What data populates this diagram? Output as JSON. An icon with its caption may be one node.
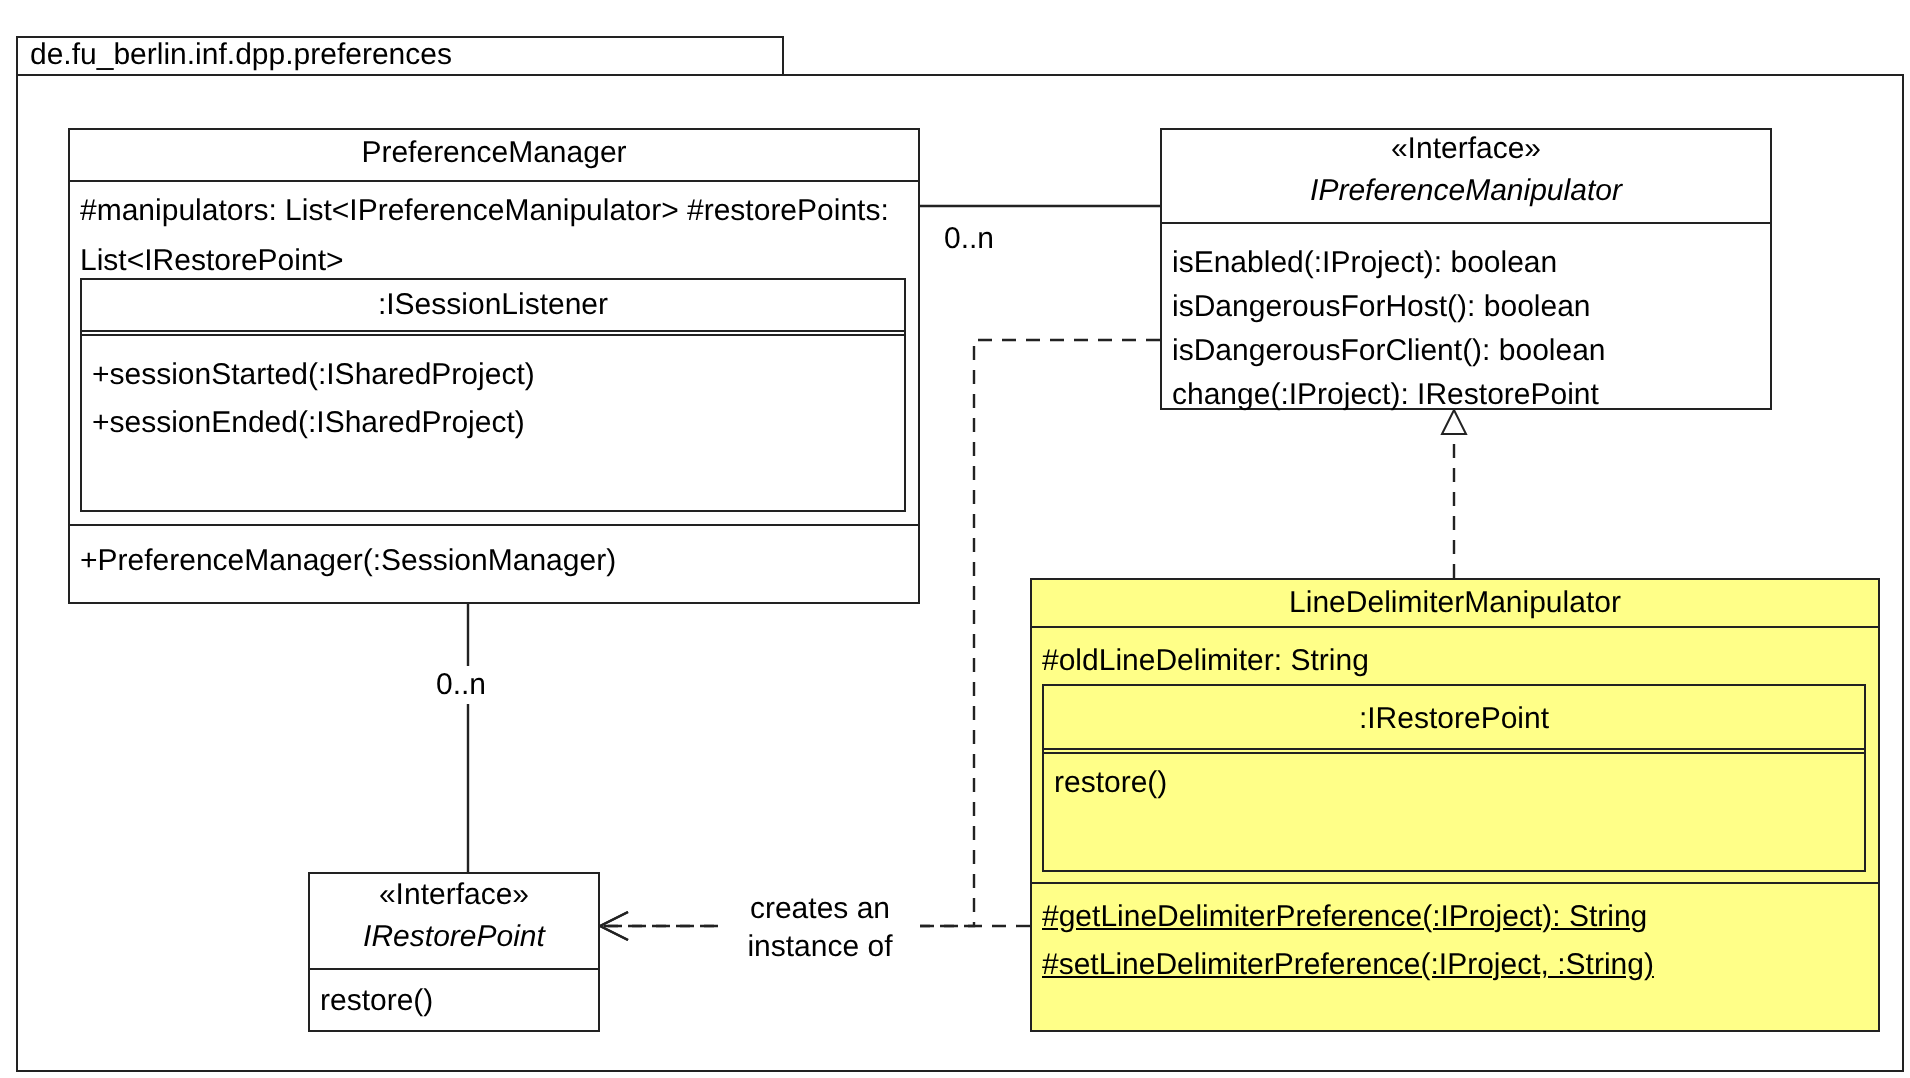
{
  "diagram": {
    "nodes": [
      {
        "text": [
          "de.fu_berlin.inf.dpp.preferences"
        ]
      },
      {
        "text": [
          "PreferenceManager",
          "#manipulators: List<IPreferenceManipulator> #restorePoints: List<IRestorePoint>",
          "+PreferenceManager(:SessionManager)"
        ],
        "in": 0
      },
      {
        "text": [
          ":ISessionListener",
          "+sessionStarted(:ISharedProject) +sessionEnded(:ISharedProject)"
        ],
        "in": 1
      },
      {
        "text": [
          "«Interface»",
          "IPreferenceManipulator",
          "isEnabled(:IProject): boolean isDangerousForHost(): boolean isDangerousForClient(): boolean change(:IProject): IRestorePoint"
        ],
        "in": 0
      },
      {
        "text": [
          "LineDelimiterManipulator",
          "#oldLineDelimiter: String",
          "#getLineDelimiterPreference(:IProject): String #setLineDelimiterPreference(:IProject, :String)"
        ],
        "in": 0
      },
      {
        "text": [
          ":IRestorePoint",
          "restore()"
        ],
        "in": 4
      },
      {
        "text": [
          "«Interface»",
          "IRestorePoint",
          "restore()"
        ],
        "in": 0
      }
    ],
    "edges": [
      {
        "from": 1,
        "to": 3,
        "arrow": "none",
        "label": "0..n"
      },
      {
        "from": 1,
        "to": 6,
        "arrow": "none",
        "label": "0..n"
      },
      {
        "from": 4,
        "to": 3,
        "arrow": "to",
        "style": "dashed"
      },
      {
        "from": 3,
        "to": 6,
        "arrow": "to",
        "style": "dashed"
      },
      {
        "from": 4,
        "to": 6,
        "arrow": "to",
        "style": "dashed",
        "label": "creates an instance of"
      }
    ]
  }
}
